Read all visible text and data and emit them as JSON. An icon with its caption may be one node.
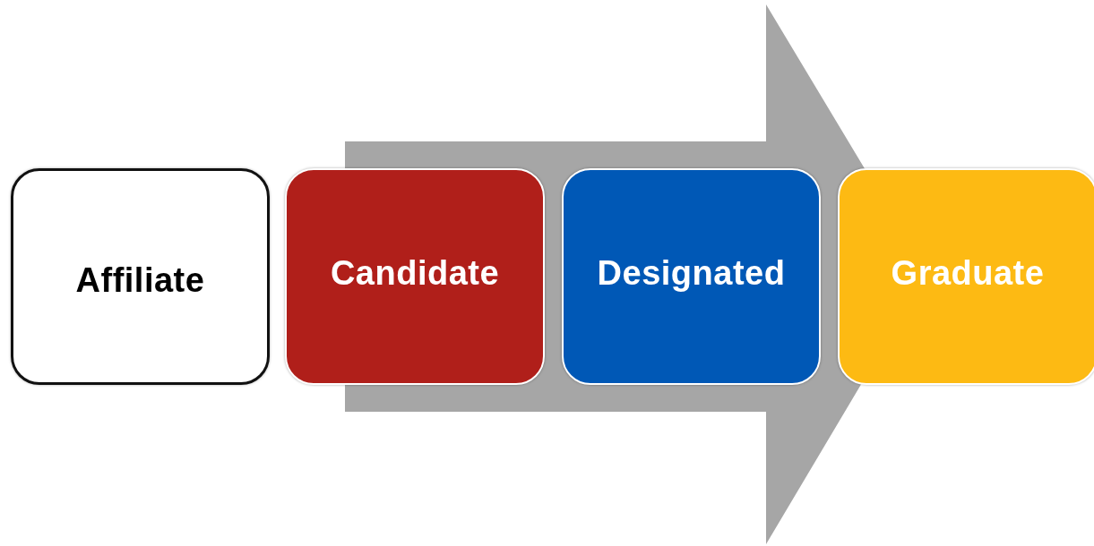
{
  "diagram": {
    "nodes": [
      {
        "text": [
          "Affiliate"
        ]
      },
      {
        "text": [
          "Candidate"
        ]
      },
      {
        "text": [
          "Designated"
        ]
      },
      {
        "text": [
          "Graduate"
        ]
      }
    ],
    "edges": [
      {
        "from": 1,
        "to": 3,
        "arrow": "to"
      }
    ]
  }
}
